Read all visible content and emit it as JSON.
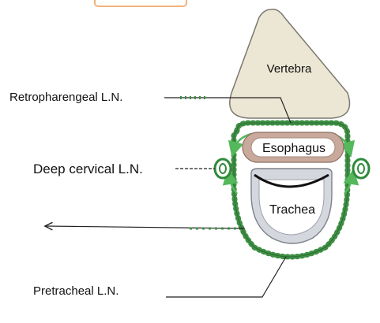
{
  "labels": {
    "vertebra": "Vertebra",
    "esophagus": "Esophagus",
    "trachea": "Trachea",
    "retropharyngeal": "Retropharengeal L.N.",
    "deep_cervical": "Deep cervical L.N.",
    "pretracheal": "Pretracheal L.N."
  },
  "colors": {
    "vertebra_fill": "#ece7d4",
    "esophagus_fill": "#c9a99b",
    "trachea_fill": "#d4d7de",
    "node_green": "#2f8a3a",
    "lymph_arrow_green": "#55b85a",
    "top_tab_border": "#f2b27a"
  }
}
